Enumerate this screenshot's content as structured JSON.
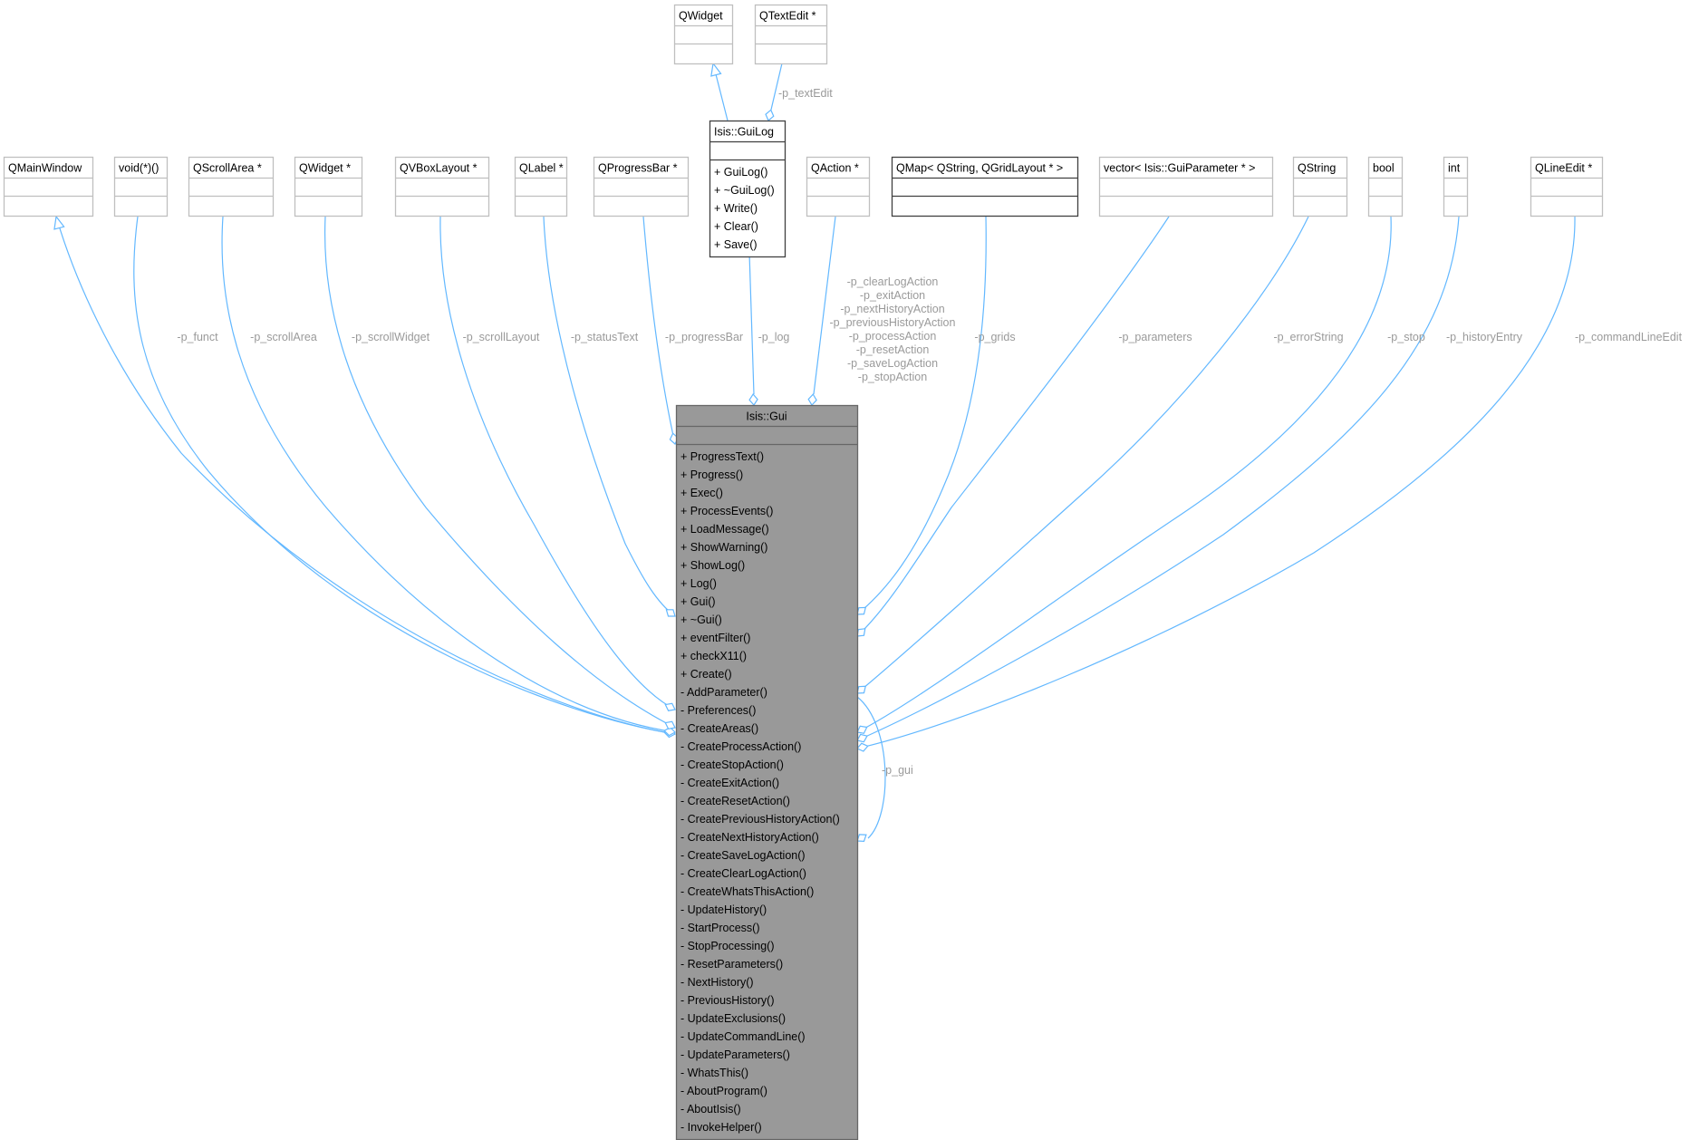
{
  "diagram": {
    "colors": {
      "edge": "#63b8ff",
      "box_border_light": "#bfbfbf",
      "box_border_dark": "#404040",
      "focus_fill": "#999999",
      "focus_border": "#666666",
      "label": "#9a9a9a"
    },
    "classes": {
      "qwidget_base": {
        "name": "QWidget"
      },
      "qtextedit": {
        "name": "QTextEdit *"
      },
      "guilog": {
        "name": "Isis::GuiLog",
        "members": [
          "+ GuiLog()",
          "+ ~GuiLog()",
          "+ Write()",
          "+ Clear()",
          "+ Save()"
        ]
      },
      "qmainwindow": {
        "name": "QMainWindow"
      },
      "funct": {
        "name": "void(*)()"
      },
      "qscrollarea": {
        "name": "QScrollArea *"
      },
      "qwidget_ptr": {
        "name": "QWidget *"
      },
      "qvboxlayout": {
        "name": "QVBoxLayout *"
      },
      "qlabel": {
        "name": "QLabel *"
      },
      "qprogressbar": {
        "name": "QProgressBar *"
      },
      "qaction": {
        "name": "QAction *"
      },
      "qmap": {
        "name": "QMap< QString, QGridLayout * >"
      },
      "vector": {
        "name": "vector< Isis::GuiParameter * >"
      },
      "qstring": {
        "name": "QString"
      },
      "bool": {
        "name": "bool"
      },
      "int": {
        "name": "int"
      },
      "qlineedit": {
        "name": "QLineEdit *"
      },
      "gui": {
        "name": "Isis::Gui",
        "members": [
          "+ ProgressText()",
          "+ Progress()",
          "+ Exec()",
          "+ ProcessEvents()",
          "+ LoadMessage()",
          "+ ShowWarning()",
          "+ ShowLog()",
          "+ Log()",
          "+ Gui()",
          "+ ~Gui()",
          "+ eventFilter()",
          "+ checkX11()",
          "+ Create()",
          "- AddParameter()",
          "- Preferences()",
          "- CreateAreas()",
          "- CreateProcessAction()",
          "- CreateStopAction()",
          "- CreateExitAction()",
          "- CreateResetAction()",
          "- CreatePreviousHistoryAction()",
          "- CreateNextHistoryAction()",
          "- CreateSaveLogAction()",
          "- CreateClearLogAction()",
          "- CreateWhatsThisAction()",
          "- UpdateHistory()",
          "- StartProcess()",
          "- StopProcessing()",
          "- ResetParameters()",
          "- NextHistory()",
          "- PreviousHistory()",
          "- UpdateExclusions()",
          "- UpdateCommandLine()",
          "- UpdateParameters()",
          "- WhatsThis()",
          "- AboutProgram()",
          "- AboutIsis()",
          "- InvokeHelper()"
        ]
      }
    },
    "edges": {
      "guilog_inherits": {
        "from": "guilog",
        "to": "qwidget_base",
        "kind": "inheritance",
        "label": ""
      },
      "textedit": {
        "from": "qtextedit",
        "to": "guilog",
        "kind": "aggregation",
        "label": "-p_textEdit"
      },
      "mainwindow_inherits": {
        "from": "gui",
        "to": "qmainwindow",
        "kind": "inheritance",
        "label": ""
      },
      "funct": {
        "from": "funct",
        "to": "gui",
        "kind": "aggregation",
        "label": "-p_funct"
      },
      "scrollarea": {
        "from": "qscrollarea",
        "to": "gui",
        "kind": "aggregation",
        "label": "-p_scrollArea"
      },
      "scrollwidget": {
        "from": "qwidget_ptr",
        "to": "gui",
        "kind": "aggregation",
        "label": "-p_scrollWidget"
      },
      "scrolllayout": {
        "from": "qvboxlayout",
        "to": "gui",
        "kind": "aggregation",
        "label": "-p_scrollLayout"
      },
      "statustext": {
        "from": "qlabel",
        "to": "gui",
        "kind": "aggregation",
        "label": "-p_statusText"
      },
      "progressbar": {
        "from": "qprogressbar",
        "to": "gui",
        "kind": "aggregation",
        "label": "-p_progressBar"
      },
      "log": {
        "from": "guilog",
        "to": "gui",
        "kind": "aggregation",
        "label": "-p_log"
      },
      "actions": {
        "from": "qaction",
        "to": "gui",
        "kind": "aggregation",
        "labels": [
          "-p_clearLogAction",
          "-p_exitAction",
          "-p_nextHistoryAction",
          "-p_previousHistoryAction",
          "-p_processAction",
          "-p_resetAction",
          "-p_saveLogAction",
          "-p_stopAction"
        ]
      },
      "grids": {
        "from": "qmap",
        "to": "gui",
        "kind": "aggregation",
        "label": "-p_grids"
      },
      "parameters": {
        "from": "vector",
        "to": "gui",
        "kind": "aggregation",
        "label": "-p_parameters"
      },
      "errorstring": {
        "from": "qstring",
        "to": "gui",
        "kind": "aggregation",
        "label": "-p_errorString"
      },
      "stop": {
        "from": "bool",
        "to": "gui",
        "kind": "aggregation",
        "label": "-p_stop"
      },
      "historyentry": {
        "from": "int",
        "to": "gui",
        "kind": "aggregation",
        "label": "-p_historyEntry"
      },
      "commandlineedit": {
        "from": "qlineedit",
        "to": "gui",
        "kind": "aggregation",
        "label": "-p_commandLineEdit"
      },
      "self_gui": {
        "from": "gui",
        "to": "gui",
        "kind": "aggregation",
        "label": "-p_gui"
      }
    }
  }
}
